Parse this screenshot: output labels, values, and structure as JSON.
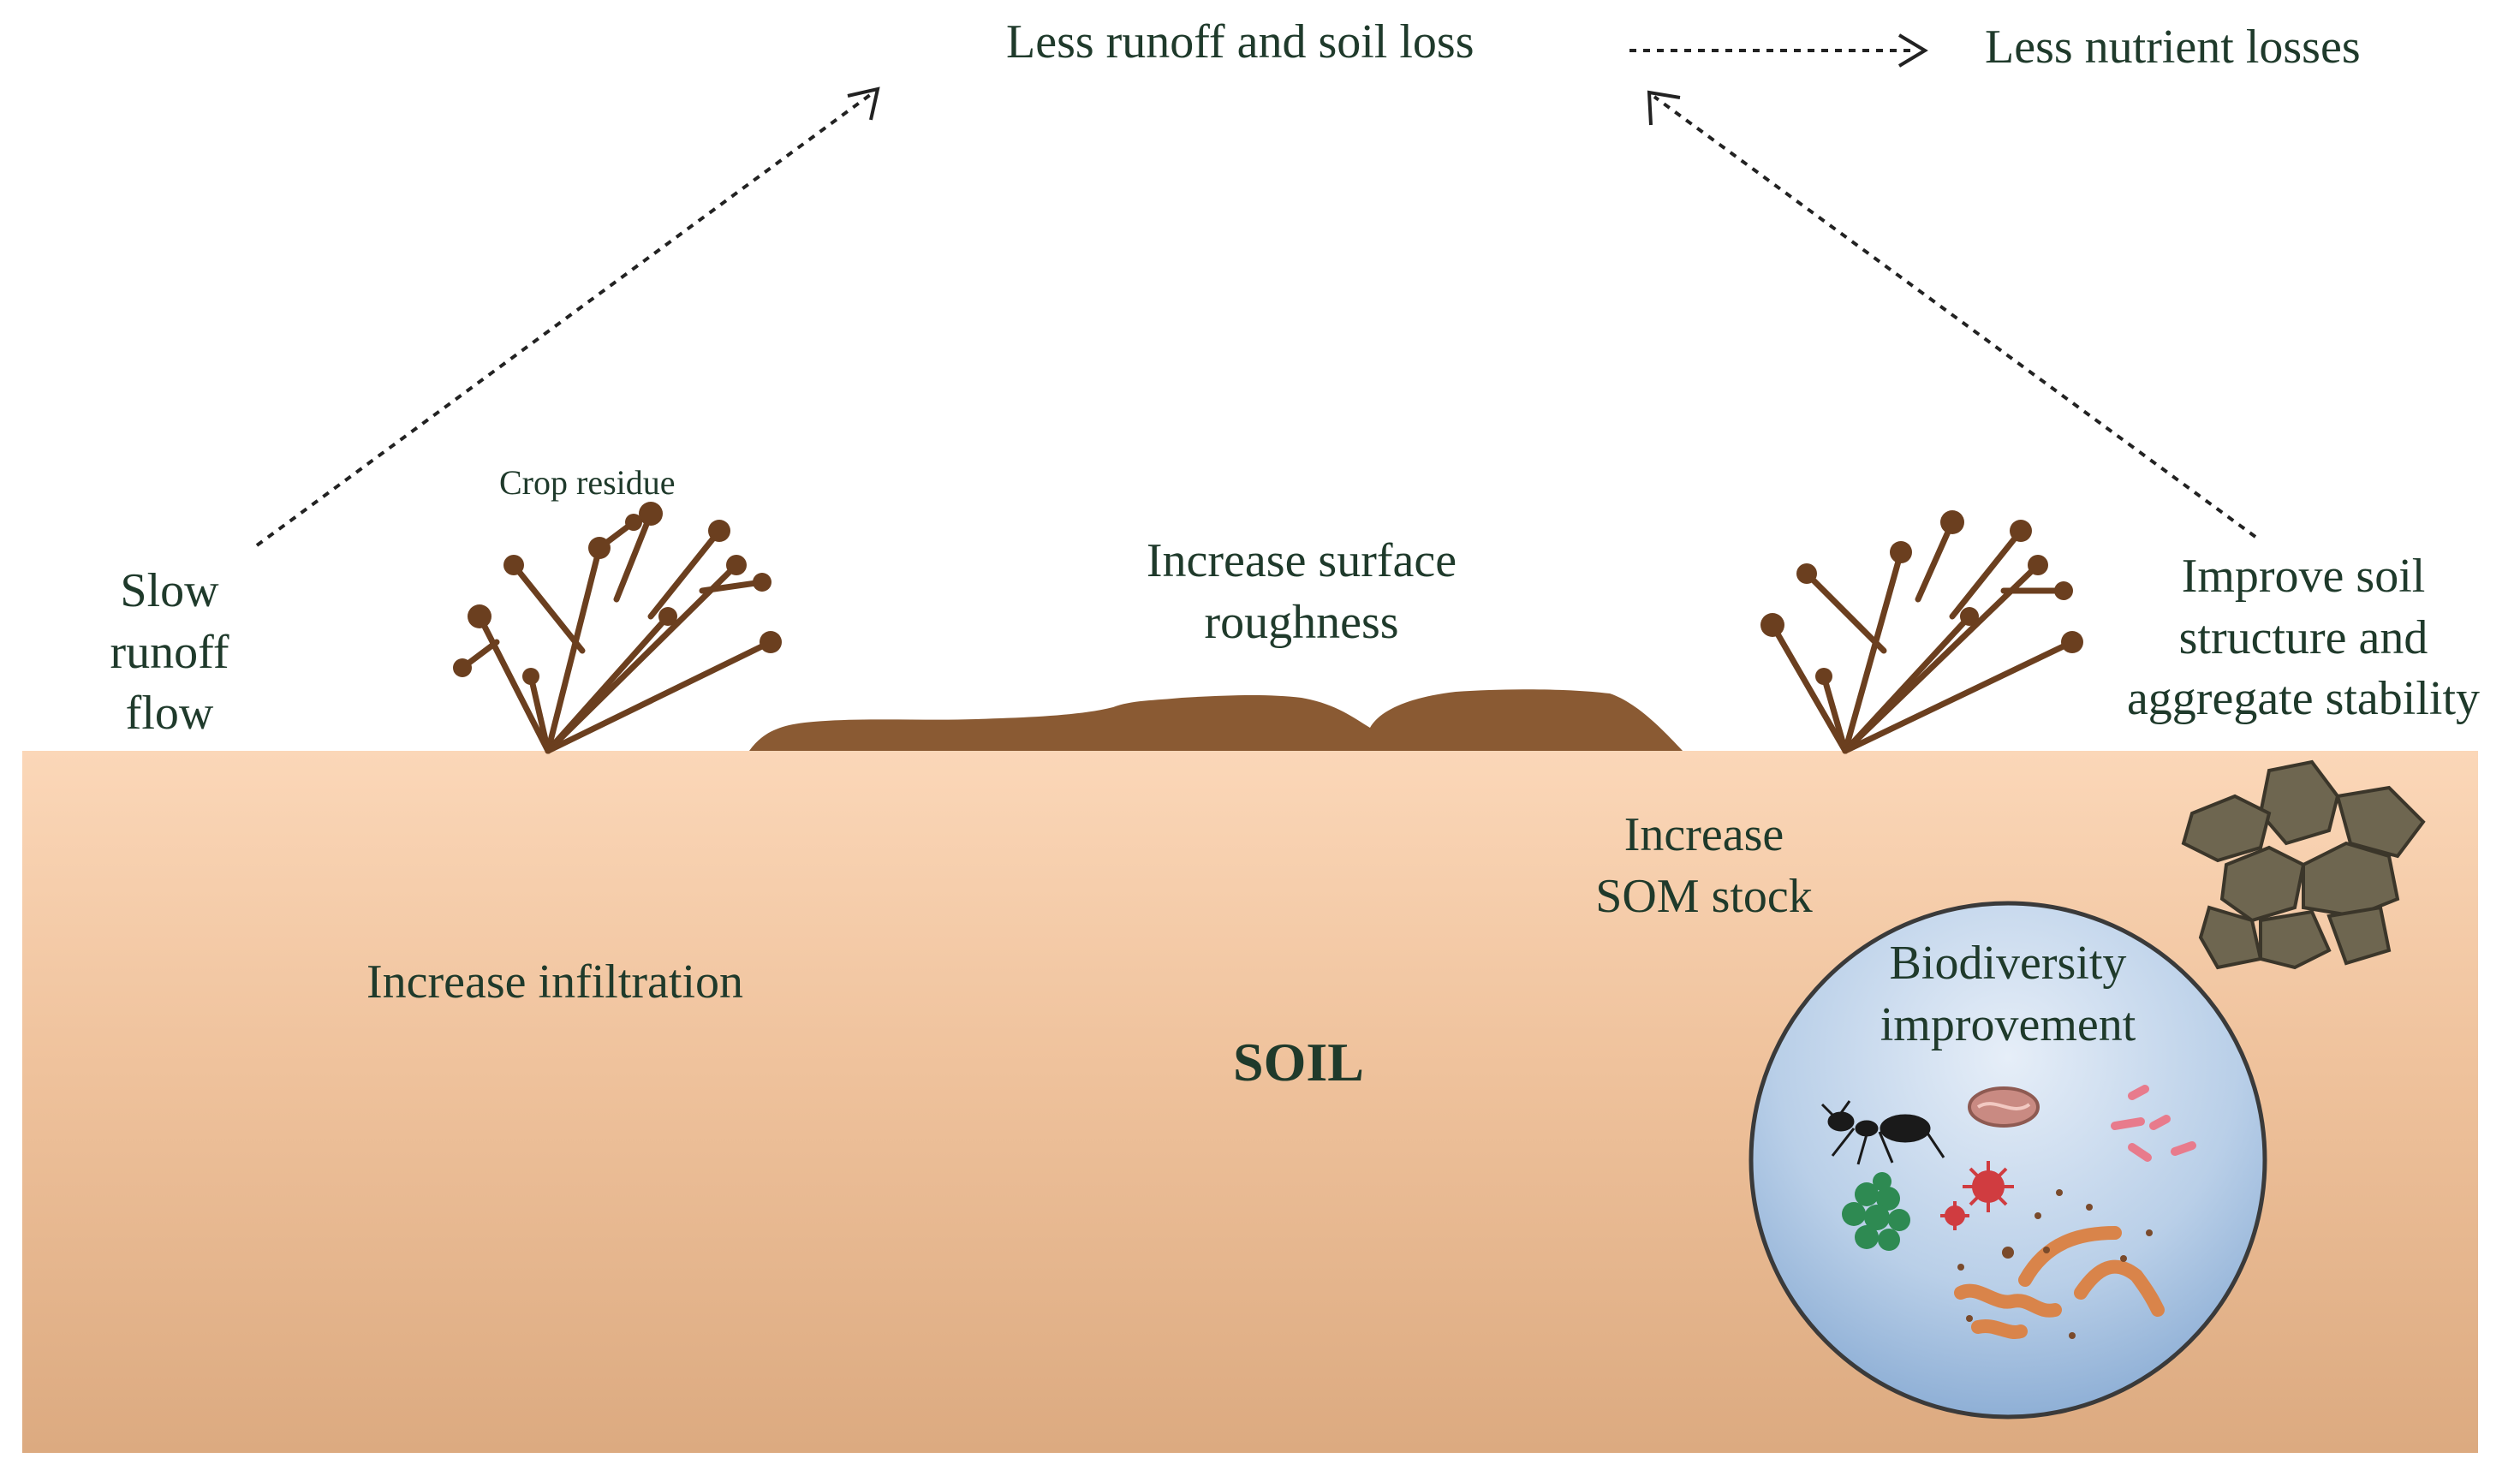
{
  "labels": {
    "less_runoff": "Less runoff and soil loss",
    "less_nutrient": "Less nutrient losses",
    "slow_runoff": [
      "Slow",
      "runoff",
      "flow"
    ],
    "crop_residue": "Crop residue",
    "surface_roughness": [
      "Increase surface",
      "roughness"
    ],
    "improve_soil": [
      "Improve soil",
      "structure and",
      "aggregate stability"
    ],
    "som_stock": [
      "Increase",
      "SOM stock"
    ],
    "infiltration": "Increase infiltration",
    "soil": "SOIL",
    "biodiversity": [
      "Biodiversity",
      "improvement"
    ]
  },
  "colors": {
    "text": "#1f3a2b",
    "residue": "#6b3f1f",
    "mound": "#8a5a33",
    "aggregate": "#6e6650",
    "circle_fill_top": "#dfe9f5",
    "circle_fill_bottom": "#8fb2d6",
    "worm": "#d9844a",
    "virus": "#d03c40",
    "bacteria": "#e87b8c",
    "algae": "#2e8a52"
  }
}
